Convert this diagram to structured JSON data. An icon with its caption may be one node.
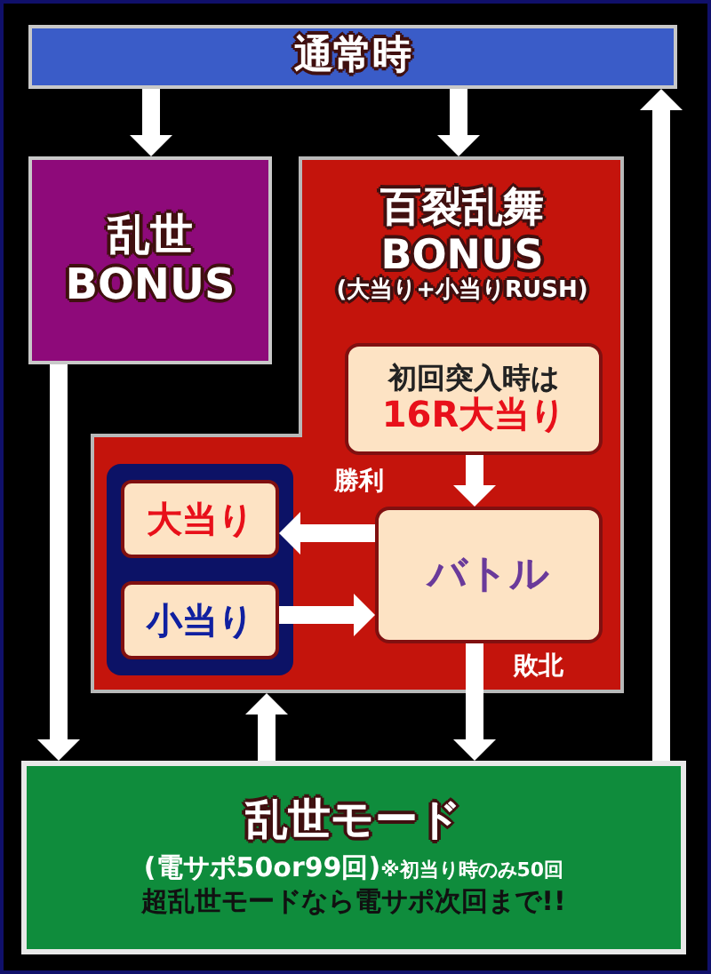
{
  "diagram": {
    "nodes": [
      {
        "text": [
          "通常時"
        ]
      },
      {
        "text": [
          "乱世 BONUS"
        ]
      },
      {
        "text": [
          "百裂乱舞 BONUS",
          "(大当り+小当りRUSH)"
        ]
      },
      {
        "text": [
          "初回突入時は",
          "16R大当り"
        ],
        "in": 2
      },
      {
        "text": [],
        "shape": "box",
        "in": 2
      },
      {
        "text": [
          "大当り"
        ],
        "in": 4
      },
      {
        "text": [
          "小当り"
        ],
        "in": 4
      },
      {
        "text": [
          "バトル"
        ],
        "in": 2
      },
      {
        "text": [
          "乱世モード",
          "(電サポ50or99回)",
          "※初当り時のみ50回",
          "超乱世モードなら電サポ次回まで!!"
        ]
      }
    ],
    "edges": [
      {
        "from": 0,
        "to": 1,
        "arrow": "to"
      },
      {
        "from": 0,
        "to": 2,
        "arrow": "to"
      },
      {
        "from": 8,
        "to": 0,
        "arrow": "to"
      },
      {
        "from": 3,
        "to": 7,
        "arrow": "to"
      },
      {
        "from": 7,
        "to": 5,
        "arrow": "to",
        "label": "勝利"
      },
      {
        "from": 6,
        "to": 7,
        "arrow": "to"
      },
      {
        "from": 7,
        "to": 8,
        "arrow": "to",
        "label": "敗北"
      },
      {
        "from": 1,
        "to": 8,
        "arrow": "to"
      },
      {
        "from": 8,
        "to": 2,
        "arrow": "to"
      }
    ]
  }
}
